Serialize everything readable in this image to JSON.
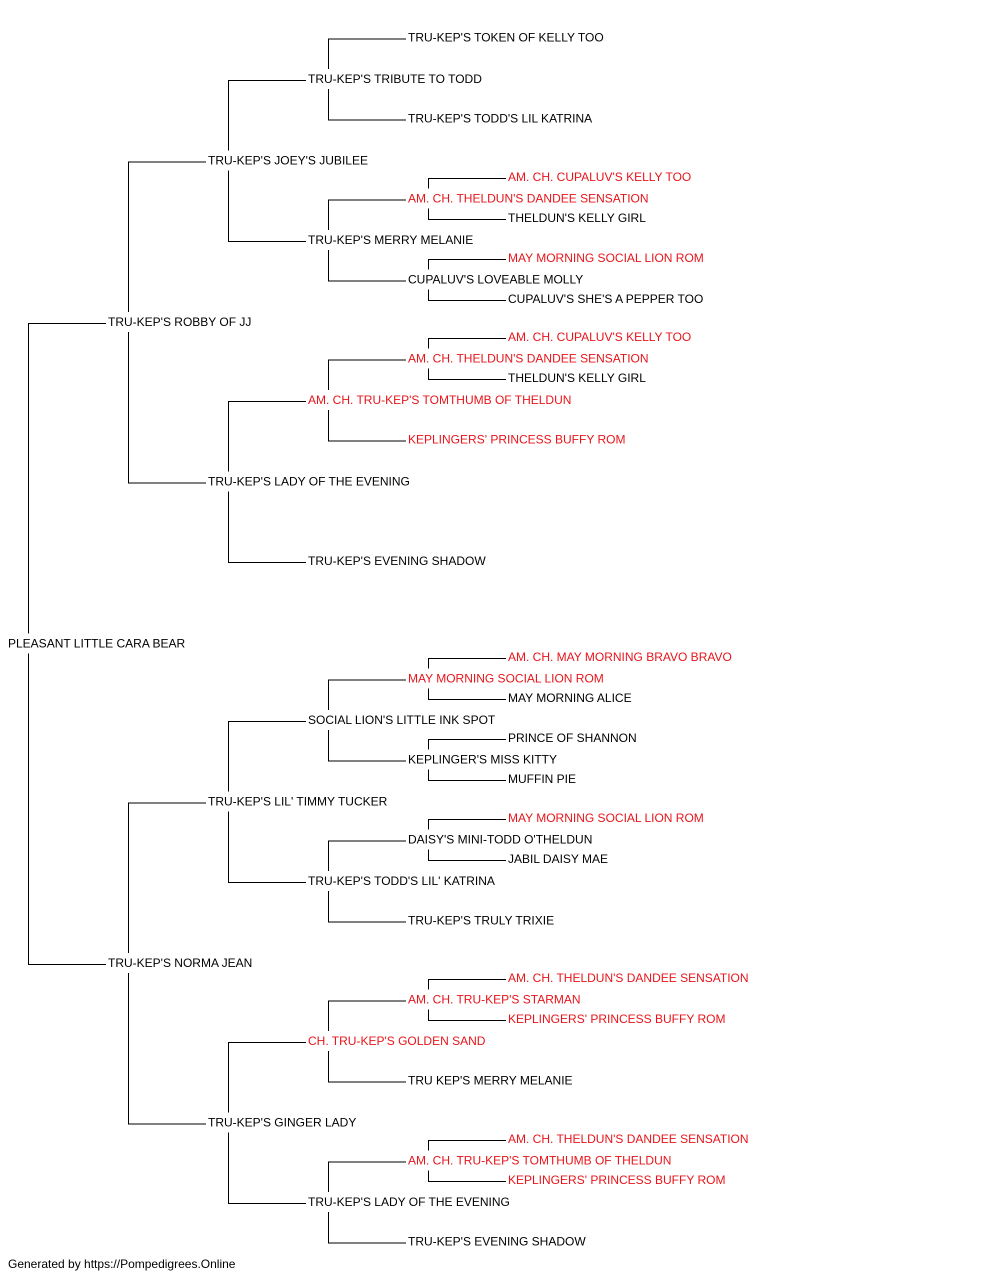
{
  "colors": {
    "champion": "#e8141a",
    "normal": "#000000",
    "line": "#000000"
  },
  "footer": "Generated by https://Pompedigrees.Online",
  "pedigree": {
    "name": "PLEASANT LITTLE CARA BEAR",
    "champion": false,
    "sire": {
      "name": "TRU-KEP'S ROBBY OF JJ",
      "champion": false,
      "sire": {
        "name": "TRU-KEP'S JOEY'S JUBILEE",
        "champion": false,
        "sire": {
          "name": "TRU-KEP'S TRIBUTE TO TODD",
          "champion": false,
          "sire": {
            "name": "TRU-KEP'S TOKEN OF KELLY TOO",
            "champion": false
          },
          "dam": {
            "name": "TRU-KEP'S TODD'S LIL KATRINA",
            "champion": false
          }
        },
        "dam": {
          "name": "TRU-KEP'S MERRY MELANIE",
          "champion": false,
          "sire": {
            "name": "AM. CH. THELDUN'S DANDEE SENSATION",
            "champion": true,
            "sire": {
              "name": "AM. CH. CUPALUV'S KELLY TOO",
              "champion": true
            },
            "dam": {
              "name": "THELDUN'S KELLY GIRL",
              "champion": false
            }
          },
          "dam": {
            "name": "CUPALUV'S LOVEABLE MOLLY",
            "champion": false,
            "sire": {
              "name": "MAY MORNING SOCIAL LION ROM",
              "champion": true
            },
            "dam": {
              "name": "CUPALUV'S SHE'S A PEPPER TOO",
              "champion": false
            }
          }
        }
      },
      "dam": {
        "name": "TRU-KEP'S LADY OF THE EVENING",
        "champion": false,
        "sire": {
          "name": "AM. CH. TRU-KEP'S TOMTHUMB OF THELDUN",
          "champion": true,
          "sire": {
            "name": "AM. CH. THELDUN'S DANDEE SENSATION",
            "champion": true,
            "sire": {
              "name": "AM. CH. CUPALUV'S KELLY TOO",
              "champion": true
            },
            "dam": {
              "name": "THELDUN'S KELLY GIRL",
              "champion": false
            }
          },
          "dam": {
            "name": "KEPLINGERS' PRINCESS BUFFY ROM",
            "champion": true
          }
        },
        "dam": {
          "name": "TRU-KEP'S EVENING SHADOW",
          "champion": false
        }
      }
    },
    "dam": {
      "name": "TRU-KEP'S NORMA JEAN",
      "champion": false,
      "sire": {
        "name": "TRU-KEP'S LIL' TIMMY TUCKER",
        "champion": false,
        "sire": {
          "name": "SOCIAL LION'S LITTLE INK SPOT",
          "champion": false,
          "sire": {
            "name": "MAY MORNING SOCIAL LION ROM",
            "champion": true,
            "sire": {
              "name": "AM. CH. MAY MORNING BRAVO BRAVO",
              "champion": true
            },
            "dam": {
              "name": "MAY MORNING ALICE",
              "champion": false
            }
          },
          "dam": {
            "name": "KEPLINGER'S MISS KITTY",
            "champion": false,
            "sire": {
              "name": "PRINCE OF SHANNON",
              "champion": false
            },
            "dam": {
              "name": "MUFFIN PIE",
              "champion": false
            }
          }
        },
        "dam": {
          "name": "TRU-KEP'S TODD'S LIL' KATRINA",
          "champion": false,
          "sire": {
            "name": "DAISY'S MINI-TODD O'THELDUN",
            "champion": false,
            "sire": {
              "name": "MAY MORNING SOCIAL LION ROM",
              "champion": true
            },
            "dam": {
              "name": "JABIL DAISY MAE",
              "champion": false
            }
          },
          "dam": {
            "name": "TRU-KEP'S TRULY TRIXIE",
            "champion": false
          }
        }
      },
      "dam": {
        "name": "TRU-KEP'S GINGER LADY",
        "champion": false,
        "sire": {
          "name": "CH. TRU-KEP'S GOLDEN SAND",
          "champion": true,
          "sire": {
            "name": "AM. CH. TRU-KEP'S STARMAN",
            "champion": true,
            "sire": {
              "name": "AM. CH. THELDUN'S DANDEE SENSATION",
              "champion": true
            },
            "dam": {
              "name": "KEPLINGERS' PRINCESS BUFFY ROM",
              "champion": true
            }
          },
          "dam": {
            "name": "TRU KEP'S MERRY MELANIE",
            "champion": false
          }
        },
        "dam": {
          "name": "TRU-KEP'S LADY OF THE EVENING",
          "champion": false,
          "sire": {
            "name": "AM. CH. TRU-KEP'S TOMTHUMB OF THELDUN",
            "champion": true,
            "sire": {
              "name": "AM. CH. THELDUN'S DANDEE SENSATION",
              "champion": true
            },
            "dam": {
              "name": "KEPLINGERS' PRINCESS BUFFY ROM",
              "champion": true
            }
          },
          "dam": {
            "name": "TRU-KEP'S EVENING SHADOW",
            "champion": false
          }
        }
      }
    }
  }
}
